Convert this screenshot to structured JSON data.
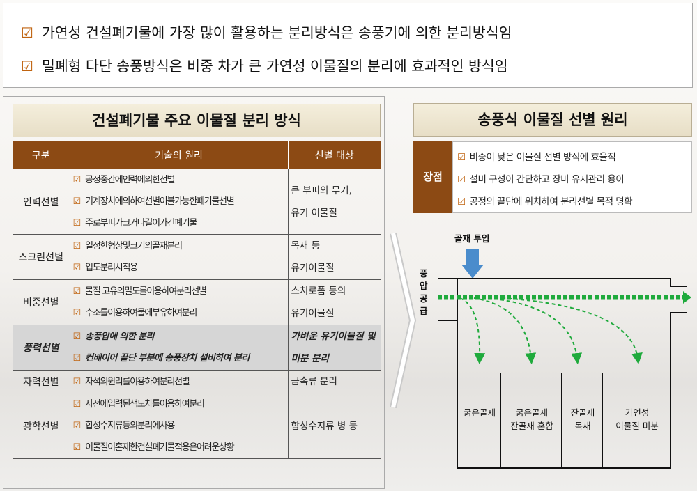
{
  "top_bullets": [
    "가연성 건설폐기물에 가장 많이 활용하는 분리방식은 송풍기에 의한 분리방식임",
    "밀폐형 다단 송풍방식은 비중 차가 큰 가연성 이물질의 분리에 효과적인 방식임"
  ],
  "left": {
    "title": "건설폐기물 주요 이물질 분리 방식",
    "headers": [
      "구분",
      "기술의 원리",
      "선별 대상"
    ],
    "rows": [
      {
        "cat": "인력선별",
        "tech": [
          "공정중간에인력에의한선별",
          "기계장치에의하여선별이불가능한폐기물선별",
          "주로부피가크거나길이가긴폐기물"
        ],
        "target": [
          "큰 부피의 무기,",
          "유기 이물질"
        ]
      },
      {
        "cat": "스크린선별",
        "tech": [
          "일정한형상및크기의골재분리",
          "입도분리시적용"
        ],
        "target": [
          "목재 등",
          "유기이물질"
        ]
      },
      {
        "cat": "비중선별",
        "tech": [
          "물질 고유의밀도를이용하여분리선별",
          "수조를이용하여물에부유하여분리"
        ],
        "target": [
          "스치로폼 등의",
          "유기이물질"
        ]
      },
      {
        "cat": "풍력선별",
        "tech": [
          "송풍압에 의한 분리",
          "컨베이어 끝단 부분에 송풍장치 설비하여 분리"
        ],
        "target": [
          "가벼운 유기이물질 및",
          "미분 분리"
        ]
      },
      {
        "cat": "자력선별",
        "tech": [
          "자석의원리를이용하여분리선별"
        ],
        "target": [
          "금속류 분리"
        ]
      },
      {
        "cat": "광학선별",
        "tech": [
          "사전에입력된색도차를이용하여분리",
          "합성수지류등의분리에사용",
          "이물질이혼재한건설폐기물적용은어려운상황"
        ],
        "target": [
          "합성수지류 병 등"
        ]
      }
    ]
  },
  "right": {
    "title": "송풍식 이물질 선별 원리",
    "adv_label": "장점",
    "adv_items": [
      "비중이 낮은 이물질 선별 방식에 효율적",
      "설비 구성이 간단하고 장비 유지관리 용이",
      "공정의 끝단에 위치하여 분리선별 목적 명확"
    ],
    "diagram": {
      "input_label": "골재 투입",
      "air_label": [
        "풍",
        "압",
        "공",
        "급"
      ],
      "bins": [
        [
          "굵은골재"
        ],
        [
          "굵은골재",
          "잔골재 혼합"
        ],
        [
          "잔골재",
          "목재"
        ],
        [
          "가연성",
          "이물질 미분"
        ]
      ]
    }
  },
  "colors": {
    "accent": "#8c4a14",
    "check": "#c06410",
    "arrow_blue": "#4a8ccc",
    "arrow_green": "#1faa3c"
  },
  "icons": {
    "bullet": "checkbox-check-icon"
  }
}
